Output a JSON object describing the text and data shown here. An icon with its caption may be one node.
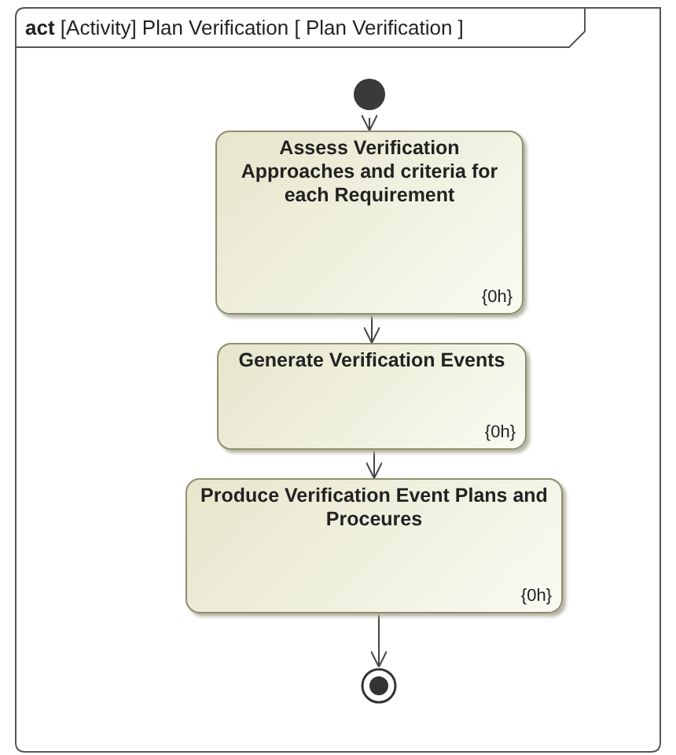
{
  "diagram": {
    "nodes": [
      {
        "text": [
          "**act** [Activity] Plan Verification [ Plan Verification ]"
        ]
      },
      {
        "text": [],
        "shape": "circle",
        "in": 0
      },
      {
        "text": [
          "Assess Verification Approaches and criteria for each Requirement",
          "{0h}"
        ],
        "in": 0
      },
      {
        "text": [
          "Generate Verification Events",
          "{0h}"
        ],
        "in": 0
      },
      {
        "text": [
          "Produce Verification Event Plans and Proceures",
          "{0h}"
        ],
        "in": 0
      },
      {
        "text": [],
        "shape": "bullseye",
        "in": 0
      }
    ],
    "edges": [
      {
        "from": 1,
        "to": 2,
        "arrow": "to"
      },
      {
        "from": 2,
        "to": 3,
        "arrow": "to"
      },
      {
        "from": 3,
        "to": 4,
        "arrow": "to"
      },
      {
        "from": 4,
        "to": 5,
        "arrow": "to"
      }
    ]
  }
}
